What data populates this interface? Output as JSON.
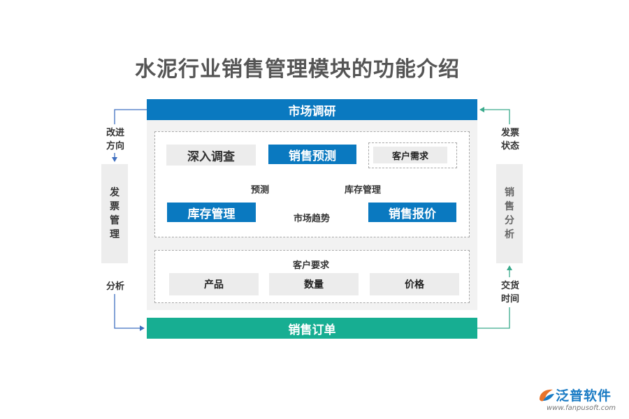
{
  "title": "水泥行业销售管理模块的功能介绍",
  "top_bar": "市场调研",
  "bottom_bar": "销售订单",
  "upper_section": {
    "deep_survey": "深入调查",
    "sales_forecast": "销售预测",
    "customer_demand": "客户需求",
    "inventory_management": "库存管理",
    "sales_quote": "销售报价",
    "label_forecast": "预测",
    "label_inventory": "库存管理",
    "label_market_trend": "市场趋势"
  },
  "lower_section": {
    "label": "客户要求",
    "items": [
      "产品",
      "数量",
      "价格"
    ]
  },
  "left_side": {
    "top_label": [
      "改进",
      "方向"
    ],
    "box": [
      "发",
      "票",
      "管",
      "理"
    ],
    "bottom_label": "分析"
  },
  "right_side": {
    "top_label": [
      "发票",
      "状态"
    ],
    "box": [
      "销",
      "售",
      "分",
      "析"
    ],
    "bottom_label": [
      "交货",
      "时间"
    ]
  },
  "logo": {
    "name": "泛普软件",
    "url": "www.fanpusoft.com"
  },
  "colors": {
    "blue": "#0a79c0",
    "teal": "#17ae92"
  }
}
